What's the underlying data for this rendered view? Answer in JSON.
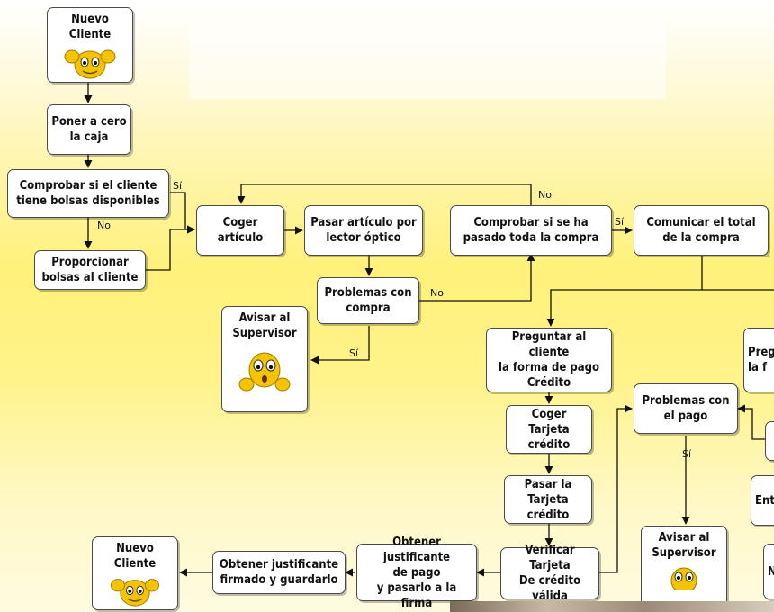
{
  "nodes": {
    "nuevo_cliente_top": "Nuevo Cliente",
    "poner_cero": "Poner a cero\nla caja",
    "comprobar_bolsas": "Comprobar si el cliente\ntiene bolsas disponibles",
    "proporcionar_bolsas": "Proporcionar\nbolsas al cliente",
    "coger_articulo": "Coger\nartículo",
    "pasar_articulo": "Pasar artículo por\nlector óptico",
    "comprobar_compra": "Comprobar si se ha\npasado toda la compra",
    "comunicar_total": "Comunicar  el total\nde la compra",
    "problemas_compra": "Problemas con\ncompra",
    "avisar_supervisor_1": "Avisar al\nSupervisor",
    "preguntar_credito": "Preguntar al cliente\nla forma de pago\nCrédito",
    "preguntar_cut": "Preg\nla f",
    "coger_tarjeta": "Coger\nTarjeta crédito",
    "pasar_tarjeta": "Pasar la\nTarjeta crédito",
    "verificar_tarjeta": "Verificar Tarjeta\nDe  crédito válida",
    "problemas_pago": "Problemas con\nel pago",
    "avisar_supervisor_2": "Avisar al\nSupervisor",
    "ent_cut": "Ent",
    "n_cut": "N",
    "obtener_justificante_pago": "Obtener justificante\nde pago\ny pasarlo a la firma",
    "obtener_firmado": "Obtener justificante\nfirmado y guardarlo",
    "nuevo_cliente_bottom": "Nuevo Cliente"
  },
  "labels": {
    "si_bolsas": "Sí",
    "no_bolsas": "No",
    "no_compra_loop": "No",
    "si_compra": "Sí",
    "no_problemas": "No",
    "si_problemas": "Sí",
    "si_pago": "Sí"
  },
  "icons": {
    "happy_face": "smiley-face-icon",
    "worried_face": "worried-face-icon"
  },
  "colors": {
    "background_top": "#ffffff",
    "background_mid": "#fff17a",
    "box_fill": "#ffffff",
    "box_border": "#4a4a4a",
    "face_yellow": "#f5c400"
  }
}
